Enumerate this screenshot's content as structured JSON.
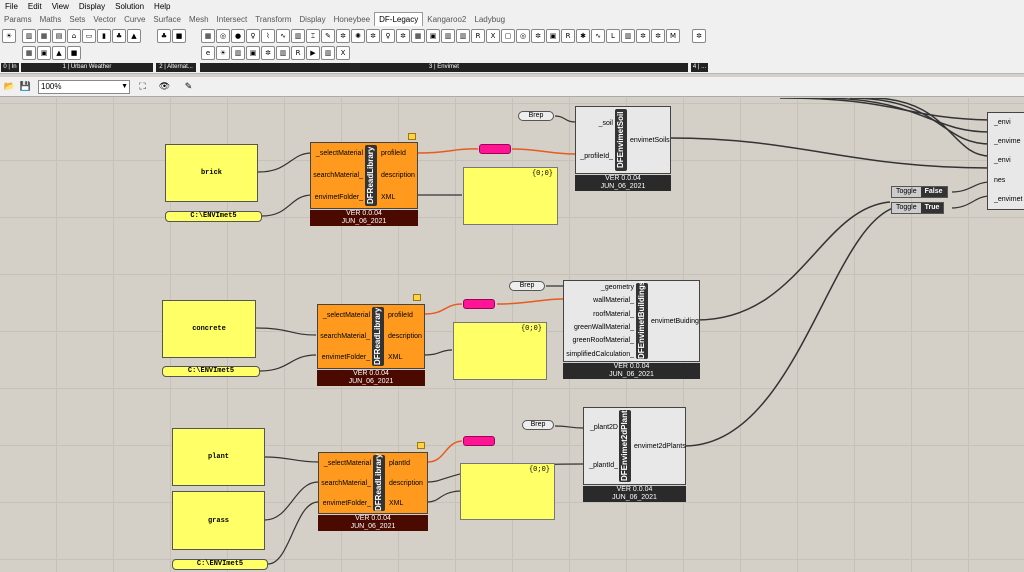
{
  "menubar": [
    "File",
    "Edit",
    "View",
    "Display",
    "Solution",
    "Help"
  ],
  "tabs": [
    "Params",
    "Maths",
    "Sets",
    "Vector",
    "Curve",
    "Surface",
    "Mesh",
    "Intersect",
    "Transform",
    "Display",
    "Honeybee",
    "DF-Legacy",
    "Kangaroo2",
    "Ladybug"
  ],
  "active_tab": "DF-Legacy",
  "ribbon_groups": [
    {
      "label": "0 | In"
    },
    {
      "label": "1 | Urban Weather"
    },
    {
      "label": "2 | Alternat..."
    },
    {
      "label": "3 | Envimet"
    },
    {
      "label": "4 | ..."
    }
  ],
  "toolbar": {
    "zoom": "100%"
  },
  "panels": {
    "brick": "brick",
    "concrete": "concrete",
    "plant": "plant",
    "grass": "grass",
    "path1": "C:\\ENVImet5",
    "path2": "C:\\ENVImet5",
    "path3": "C:\\ENVImet5",
    "out_hdr1": "{0;0}",
    "out_hdr2": "{0;0}",
    "out_hdr3": "{0;0}"
  },
  "read_library": {
    "title": "DFReadLibrary",
    "inputs": [
      "_selectMaterial",
      "searchMaterial_",
      "envimetFolder_"
    ],
    "outputs1": [
      "profileId",
      "description",
      "XML"
    ],
    "outputs3": [
      "plantId",
      "description",
      "XML"
    ],
    "version": "VER 0.0.04",
    "date": "JUN_06_2021"
  },
  "soils": {
    "title": "DFEnvimetSoil",
    "inputs": [
      "_soil",
      "_profileId_"
    ],
    "output": "envimetSoils",
    "version": "VER 0.0.04",
    "date": "JUN_06_2021"
  },
  "buildings": {
    "title": "DFEnvimetBuildings",
    "inputs": [
      "_geometry",
      "wallMaterial_",
      "roofMaterial_",
      "greenWallMaterial_",
      "greenRoofMaterial_",
      "simplifiedCalculation_"
    ],
    "output": "envimetBuiding",
    "version": "VER 0.0.04",
    "date": "JUN_06_2021"
  },
  "plants": {
    "title": "DFEnvimet2dPlant",
    "inputs": [
      "_plant2D",
      "_plantId_"
    ],
    "output": "envimet2dPlants",
    "version": "VER 0.0.04",
    "date": "JUN_06_2021"
  },
  "brep": "Brep",
  "toggles": [
    {
      "label": "Toggle",
      "value": "False"
    },
    {
      "label": "Toggle",
      "value": "True"
    }
  ],
  "right_comp_inputs": [
    "_envi",
    "_envime",
    "_envi",
    "nes",
    "_envimet"
  ],
  "colors": {
    "orange": "#ff9a1f",
    "panel": "#ffff66",
    "wire_orange": "#e85a20",
    "relay": "#ff1493"
  }
}
